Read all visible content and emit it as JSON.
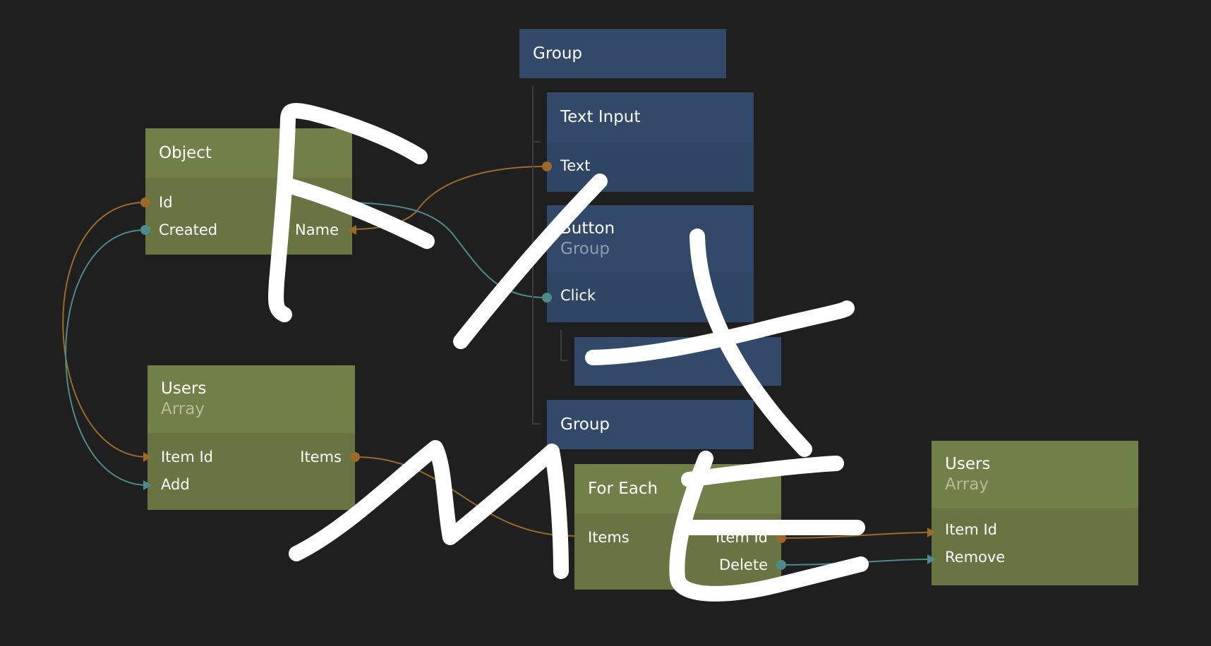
{
  "colors": {
    "background": "#1f1f1f",
    "data_wire": "#9a6a2a",
    "signal_wire": "#4f8a8b",
    "data_node_header": "#718048",
    "data_node_body": "#687543",
    "visual_node_header": "#33496a",
    "visual_node_body": "#2e4563",
    "scribble": "#ffffff"
  },
  "nodes": {
    "group_top": {
      "title": "Group"
    },
    "text_input": {
      "title": "Text Input",
      "port_text": "Text"
    },
    "button": {
      "title": "Button",
      "subtitle": "Group",
      "port_click": "Click"
    },
    "unnamed_child": {
      "title": ""
    },
    "group_bottom": {
      "title": "Group"
    },
    "object": {
      "title": "Object",
      "port_id": "Id",
      "port_created": "Created",
      "port_name": "Name"
    },
    "users_left": {
      "title": "Users",
      "subtitle": "Array",
      "port_item_id": "Item Id",
      "port_add": "Add",
      "port_items": "Items"
    },
    "for_each": {
      "title": "For Each",
      "port_items": "Items",
      "port_item_id": "Item Id",
      "port_delete": "Delete"
    },
    "users_right": {
      "title": "Users",
      "subtitle": "Array",
      "port_item_id": "Item Id",
      "port_remove": "Remove"
    }
  },
  "scribble_text": "Fix me"
}
